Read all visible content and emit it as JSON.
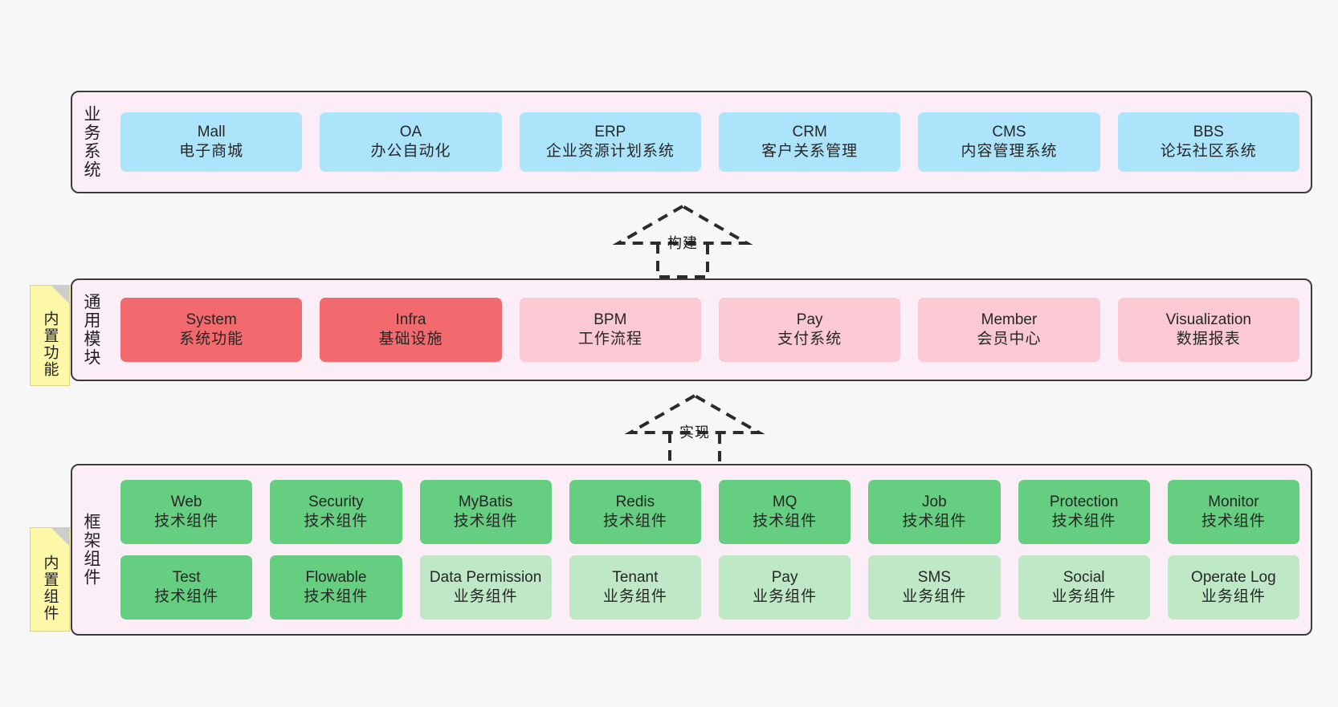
{
  "diagram": {
    "title": "",
    "colors": {
      "panel_bg": "#fbeef7",
      "panel_border": "#3c3c3c",
      "business": "#ace4fb",
      "module_strong": "#f26a6d",
      "module_light": "#fbc9d3",
      "component_tech": "#65ce80",
      "component_biz": "#bfe8c7",
      "note_bg": "#fcf8a8",
      "canvas_bg": "#f7f7f7"
    }
  },
  "layers": [
    {
      "id": "business",
      "title": "业务系统",
      "rows": [
        [
          {
            "en": "Mall",
            "cn": "电子商城"
          },
          {
            "en": "OA",
            "cn": "办公自动化"
          },
          {
            "en": "ERP",
            "cn": "企业资源计划系统"
          },
          {
            "en": "CRM",
            "cn": "客户关系管理"
          },
          {
            "en": "CMS",
            "cn": "内容管理系统"
          },
          {
            "en": "BBS",
            "cn": "论坛社区系统"
          }
        ]
      ]
    },
    {
      "id": "modules",
      "title": "通用模块",
      "rows": [
        [
          {
            "en": "System",
            "cn": "系统功能",
            "variant": "strong"
          },
          {
            "en": "Infra",
            "cn": "基础设施",
            "variant": "strong"
          },
          {
            "en": "BPM",
            "cn": "工作流程",
            "variant": "light"
          },
          {
            "en": "Pay",
            "cn": "支付系统",
            "variant": "light"
          },
          {
            "en": "Member",
            "cn": "会员中心",
            "variant": "light"
          },
          {
            "en": "Visualization",
            "cn": "数据报表",
            "variant": "light"
          }
        ]
      ]
    },
    {
      "id": "framework",
      "title": "框架组件",
      "rows": [
        [
          {
            "en": "Web",
            "cn": "技术组件",
            "variant": "tech"
          },
          {
            "en": "Security",
            "cn": "技术组件",
            "variant": "tech"
          },
          {
            "en": "MyBatis",
            "cn": "技术组件",
            "variant": "tech"
          },
          {
            "en": "Redis",
            "cn": "技术组件",
            "variant": "tech"
          },
          {
            "en": "MQ",
            "cn": "技术组件",
            "variant": "tech"
          },
          {
            "en": "Job",
            "cn": "技术组件",
            "variant": "tech"
          },
          {
            "en": "Protection",
            "cn": "技术组件",
            "variant": "tech"
          },
          {
            "en": "Monitor",
            "cn": "技术组件",
            "variant": "tech"
          }
        ],
        [
          {
            "en": "Test",
            "cn": "技术组件",
            "variant": "tech"
          },
          {
            "en": "Flowable",
            "cn": "技术组件",
            "variant": "tech"
          },
          {
            "en": "Data Permission",
            "cn": "业务组件",
            "variant": "biz",
            "wrap": true
          },
          {
            "en": "Tenant",
            "cn": "业务组件",
            "variant": "biz"
          },
          {
            "en": "Pay",
            "cn": "业务组件",
            "variant": "biz"
          },
          {
            "en": "SMS",
            "cn": "业务组件",
            "variant": "biz"
          },
          {
            "en": "Social",
            "cn": "业务组件",
            "variant": "biz"
          },
          {
            "en": "Operate Log",
            "cn": "业务组件",
            "variant": "biz"
          }
        ]
      ]
    }
  ],
  "notes": [
    {
      "id": "note-functions",
      "label": "内置功能"
    },
    {
      "id": "note-components",
      "label": "内置组件"
    }
  ],
  "arrows": [
    {
      "id": "arrow-build",
      "label": "构建"
    },
    {
      "id": "arrow-implement",
      "label": "实现"
    }
  ]
}
